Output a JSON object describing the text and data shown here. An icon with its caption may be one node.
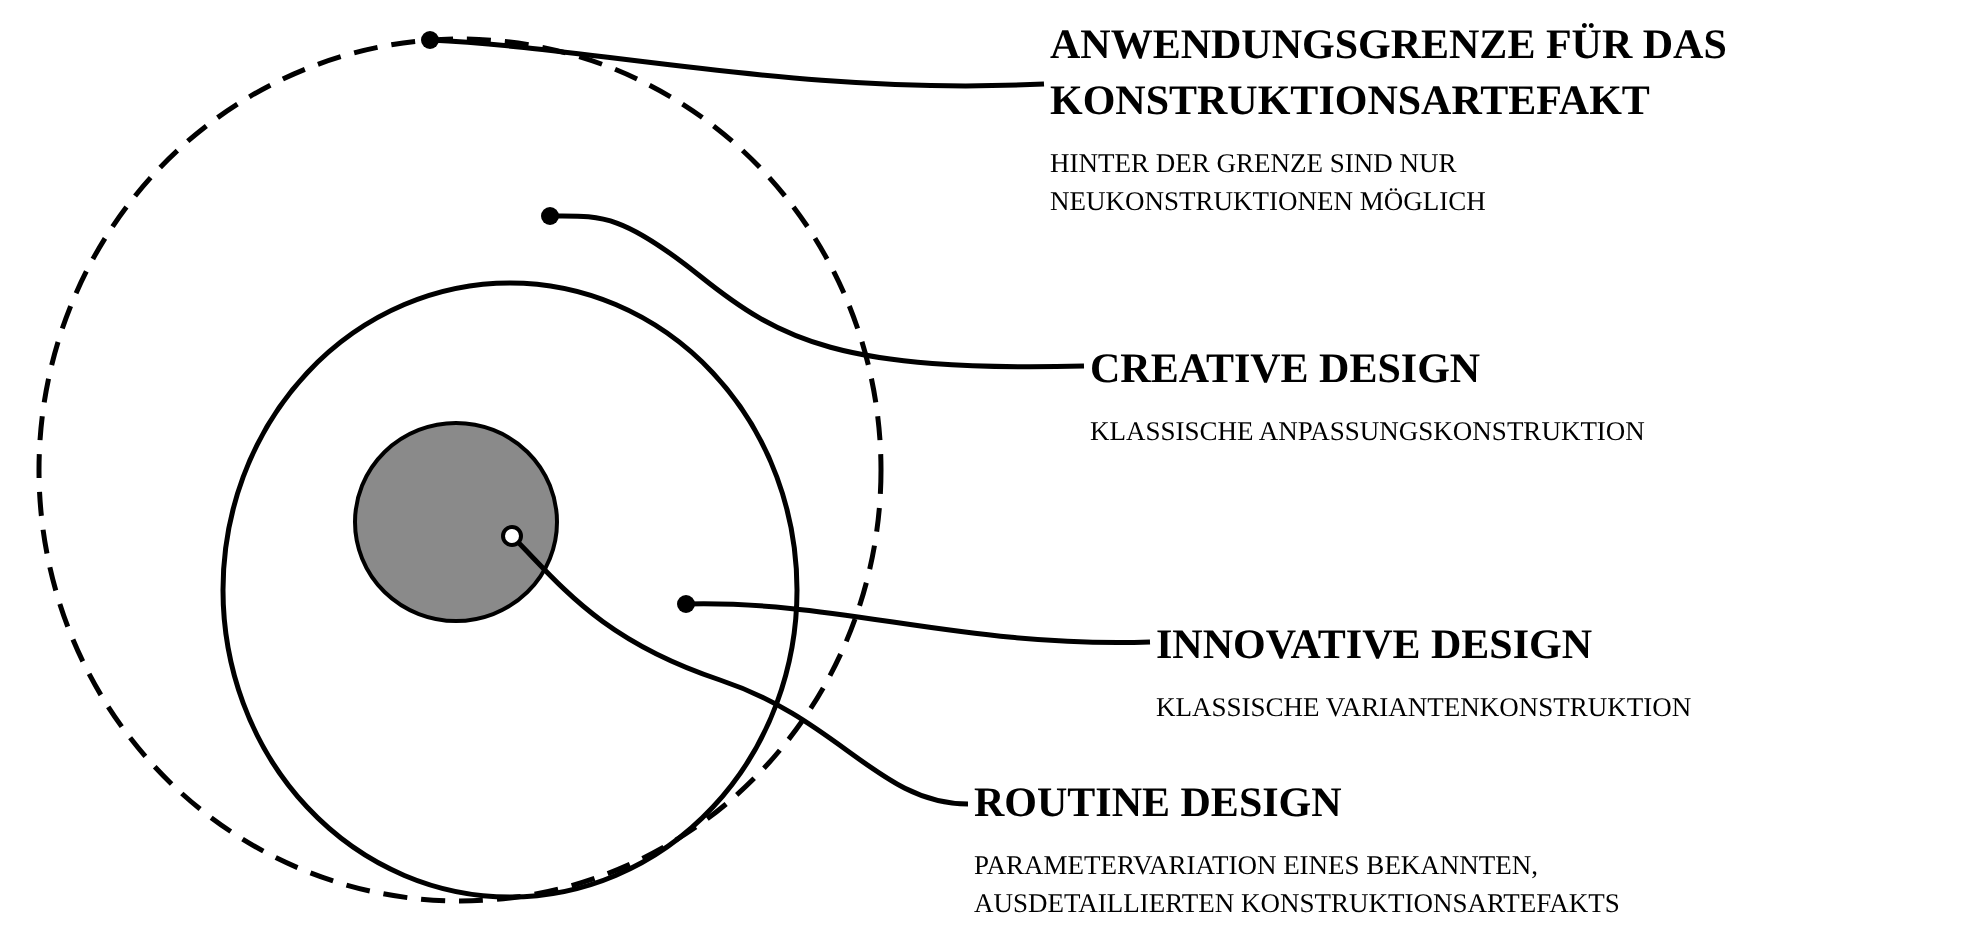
{
  "diagram": {
    "nodes": [
      {
        "text": [],
        "shape": "circle"
      },
      {
        "text": [],
        "shape": "circle",
        "in": 0
      },
      {
        "text": [],
        "shape": "circle",
        "in": 1
      },
      {
        "text": [
          "ANWENDUNGSGRENZE FÜR DAS KONSTRUKTIONSARTEFAKT",
          "HINTER DER GRENZE SIND NUR NEUKONSTRUKTIONEN MÖGLICH"
        ]
      },
      {
        "text": [
          "CREATIVE DESIGN",
          "KLASSISCHE ANPASSUNGSKONSTRUKTION"
        ]
      },
      {
        "text": [
          "INNOVATIVE DESIGN",
          "KLASSISCHE VARIANTENKONSTRUKTION"
        ]
      },
      {
        "text": [
          "ROUTINE DESIGN",
          "PARAMETERVARIATION EINES BEKANNTEN, AUSDETAILLIERTEN KONSTRUKTIONSARTEFAKTS"
        ]
      }
    ],
    "edges": [
      {
        "from": 3,
        "to": 0,
        "arrow": "other"
      },
      {
        "from": 4,
        "to": 0,
        "arrow": "other"
      },
      {
        "from": 5,
        "to": 1,
        "arrow": "other"
      },
      {
        "from": 6,
        "to": 2,
        "arrow": "other"
      }
    ]
  }
}
